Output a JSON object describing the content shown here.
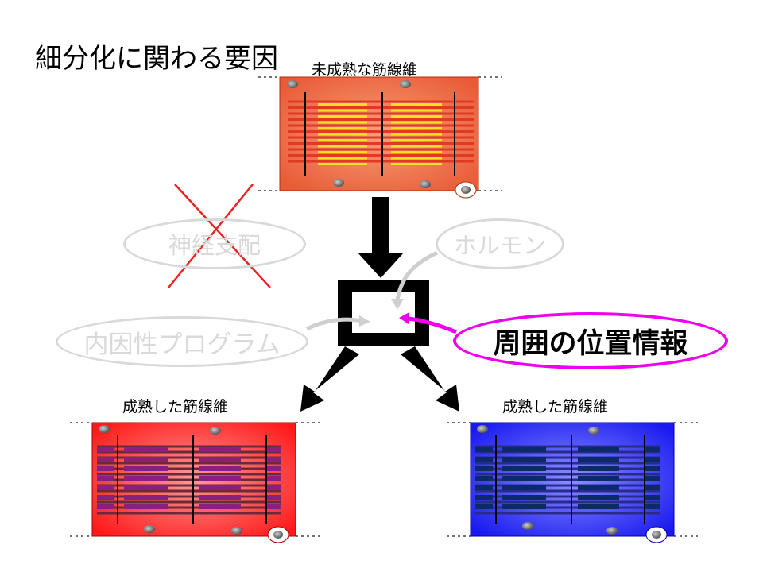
{
  "title": "細分化に関わる要因",
  "fibers": {
    "immature_label": "未成熟な筋線維",
    "mature_left_label": "成熟した筋線維",
    "mature_right_label": "成熟した筋線維"
  },
  "factors": {
    "nerve": "神経支配",
    "hormone": "ホルモン",
    "intrinsic": "内因性プログラム",
    "positional": "周囲の位置情報"
  },
  "colors": {
    "immature_fiber": "#f06040",
    "mature_red_fiber": "#ff2020",
    "mature_blue_fiber": "#2020ee",
    "highlight": "#ee00ee",
    "cross": "#ee2222",
    "faded": "#d9d9d9"
  }
}
